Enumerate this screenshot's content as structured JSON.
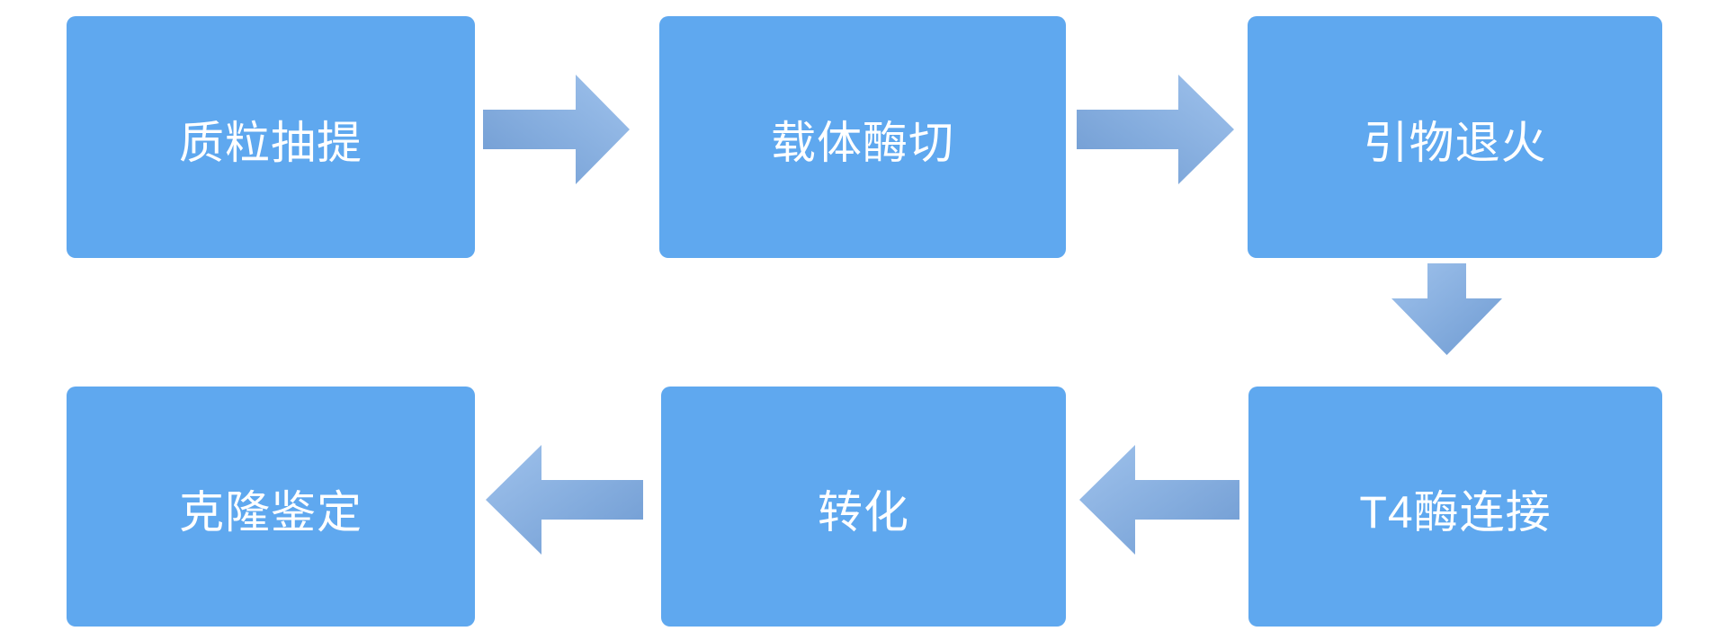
{
  "diagram": {
    "background_color": "#ffffff",
    "node_fill_color": "#5fa8ef",
    "node_text_color": "#ffffff",
    "arrow_color_dark": "#6f9bd2",
    "arrow_color_light": "#9fc2ec",
    "nodes": [
      {
        "label": "质粒抽提"
      },
      {
        "label": "载体酶切"
      },
      {
        "label": "引物退火"
      },
      {
        "label": "T4酶连接"
      },
      {
        "label": "转化"
      },
      {
        "label": "克隆鉴定"
      }
    ],
    "edges": [
      {
        "from": "质粒抽提",
        "to": "载体酶切",
        "direction": "right",
        "icon": "arrow-right-icon"
      },
      {
        "from": "载体酶切",
        "to": "引物退火",
        "direction": "right",
        "icon": "arrow-right-icon"
      },
      {
        "from": "引物退火",
        "to": "T4酶连接",
        "direction": "down",
        "icon": "arrow-down-icon"
      },
      {
        "from": "T4酶连接",
        "to": "转化",
        "direction": "left",
        "icon": "arrow-left-icon"
      },
      {
        "from": "转化",
        "to": "克隆鉴定",
        "direction": "left",
        "icon": "arrow-left-icon"
      }
    ]
  }
}
